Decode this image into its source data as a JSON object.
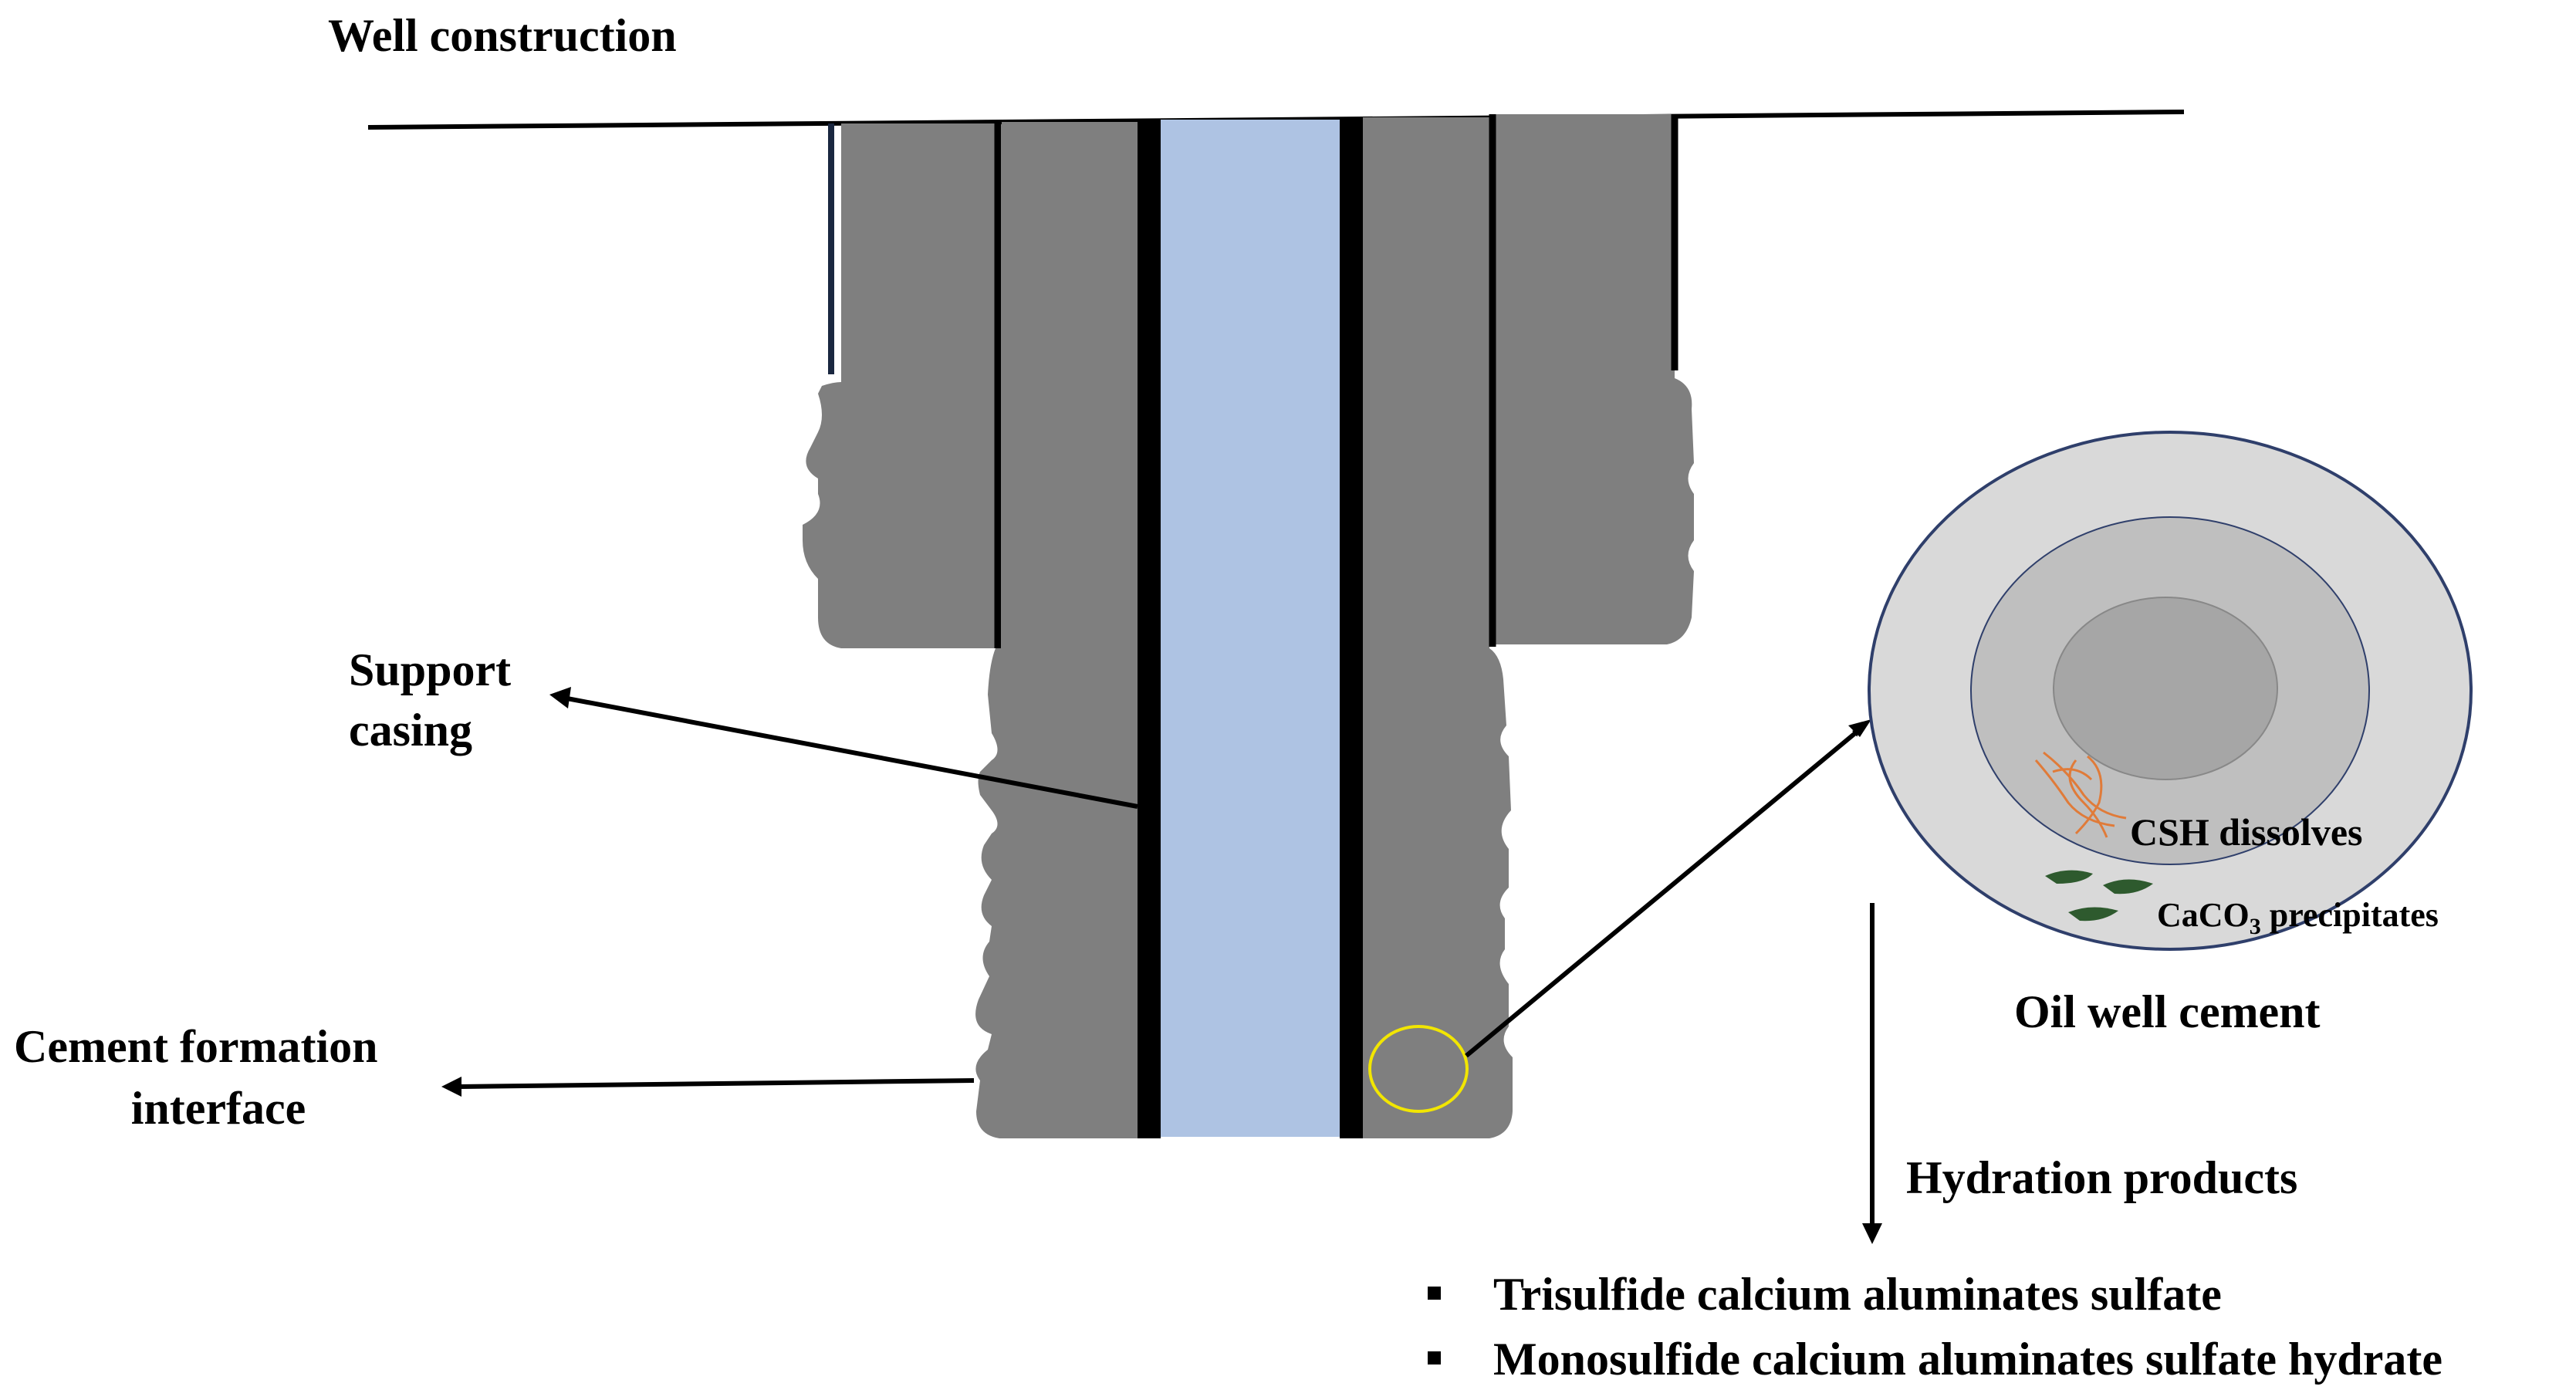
{
  "diagram": {
    "title": "Well construction",
    "labels": {
      "support_casing_line1": "Support",
      "support_casing_line2": "casing",
      "interface_line1": "Cement formation",
      "interface_line2": "interface",
      "csh": "CSH dissolves",
      "caco3_prefix": "CaCO",
      "caco3_sub": "3",
      "caco3_suffix": " precipitates",
      "oil_well_cement": "Oil well cement",
      "hydration_products": "Hydration products"
    },
    "hydration_list": [
      "Trisulfide calcium aluminates sulfate",
      "Monosulfide calcium aluminates sulfate hydrate"
    ],
    "colors": {
      "cement": "#7f7f7f",
      "casing": "#000000",
      "bore_fluid": "#aec3e3",
      "detail_outer": "#d9d9d9",
      "detail_middle": "#bfbfbf",
      "detail_core": "#a6a6a6",
      "detail_border": "#2f3f6b",
      "highlight_circle": "#f2e600",
      "csh_fibers": "#e07b39",
      "caco3_crystals": "#2e5a2e"
    }
  }
}
